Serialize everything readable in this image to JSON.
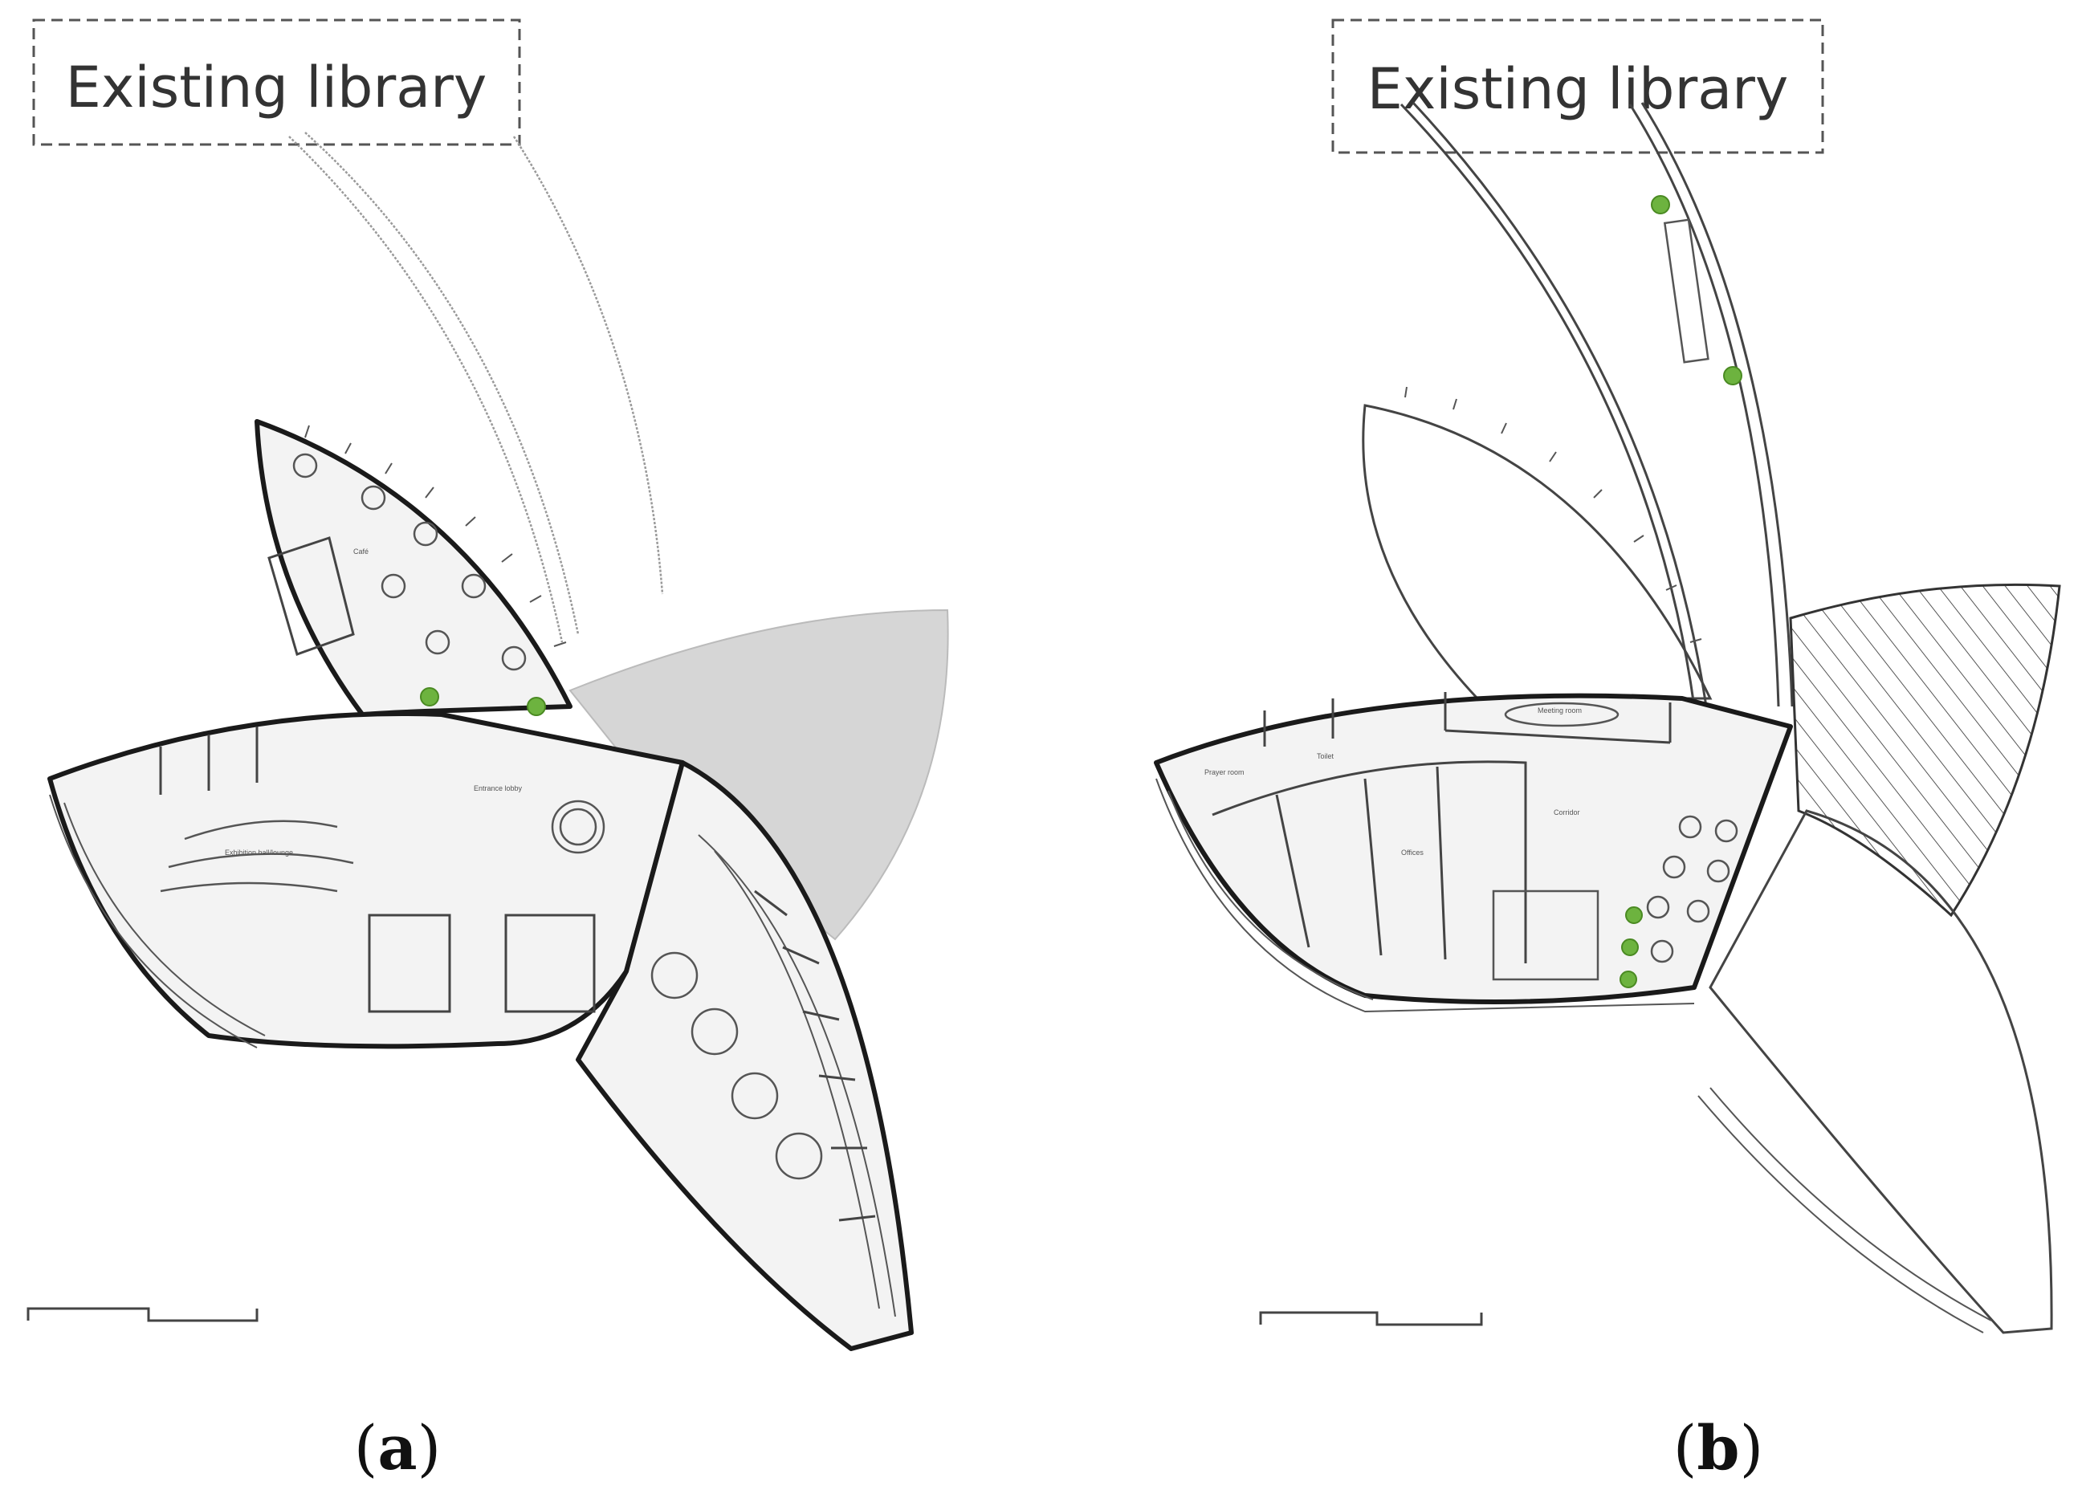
{
  "panels": [
    {
      "id": "a",
      "callout": "Existing library",
      "caption_open": "(",
      "caption_letter": "a",
      "caption_close": ")",
      "room_labels": [
        "Café",
        "Entrance lobby",
        "Exhibition hall/lounge"
      ]
    },
    {
      "id": "b",
      "callout": "Existing library",
      "caption_open": "(",
      "caption_letter": "b",
      "caption_close": ")",
      "room_labels": [
        "Prayer room",
        "Toilet",
        "Meeting room",
        "Offices",
        "Corridor"
      ]
    }
  ],
  "colors": {
    "plant": "#6db33f",
    "roof_solid": "#d6d6d6",
    "floor": "#f3f3f3",
    "wall": "#1a1a1a"
  }
}
